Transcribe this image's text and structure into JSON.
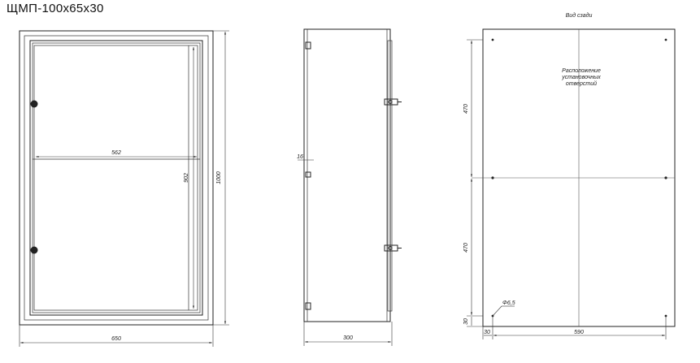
{
  "title": "ЩМП-100х65х30",
  "front": {
    "width": "650",
    "height": "1000",
    "inner_width": "562",
    "inner_height": "902"
  },
  "side": {
    "depth": "300",
    "offset": "16"
  },
  "back": {
    "view_label": "Вид сзади",
    "note_lines": [
      "Расположение",
      "установочных",
      "отверстий"
    ],
    "dim_upper": "470",
    "dim_lower": "470",
    "dim_bottom": "30",
    "dim_left": "30",
    "dim_width": "590",
    "hole": "Φ6,5"
  }
}
